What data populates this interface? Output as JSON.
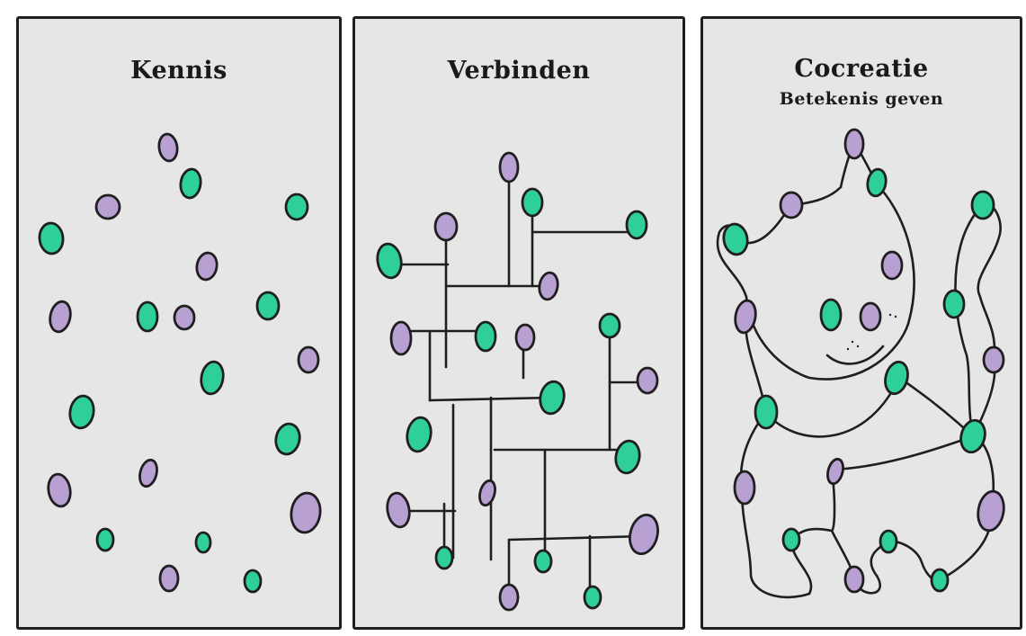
{
  "panels": [
    {
      "title": "Kennis"
    },
    {
      "title": "Verbinden"
    },
    {
      "title": "Cocreatie",
      "subtitle": "Betekenis geven"
    }
  ],
  "colors": {
    "teal": "#2fcf9c",
    "purple": "#b9a0d3",
    "outline": "#1f1f1f",
    "panel": "#e6e6e6"
  }
}
